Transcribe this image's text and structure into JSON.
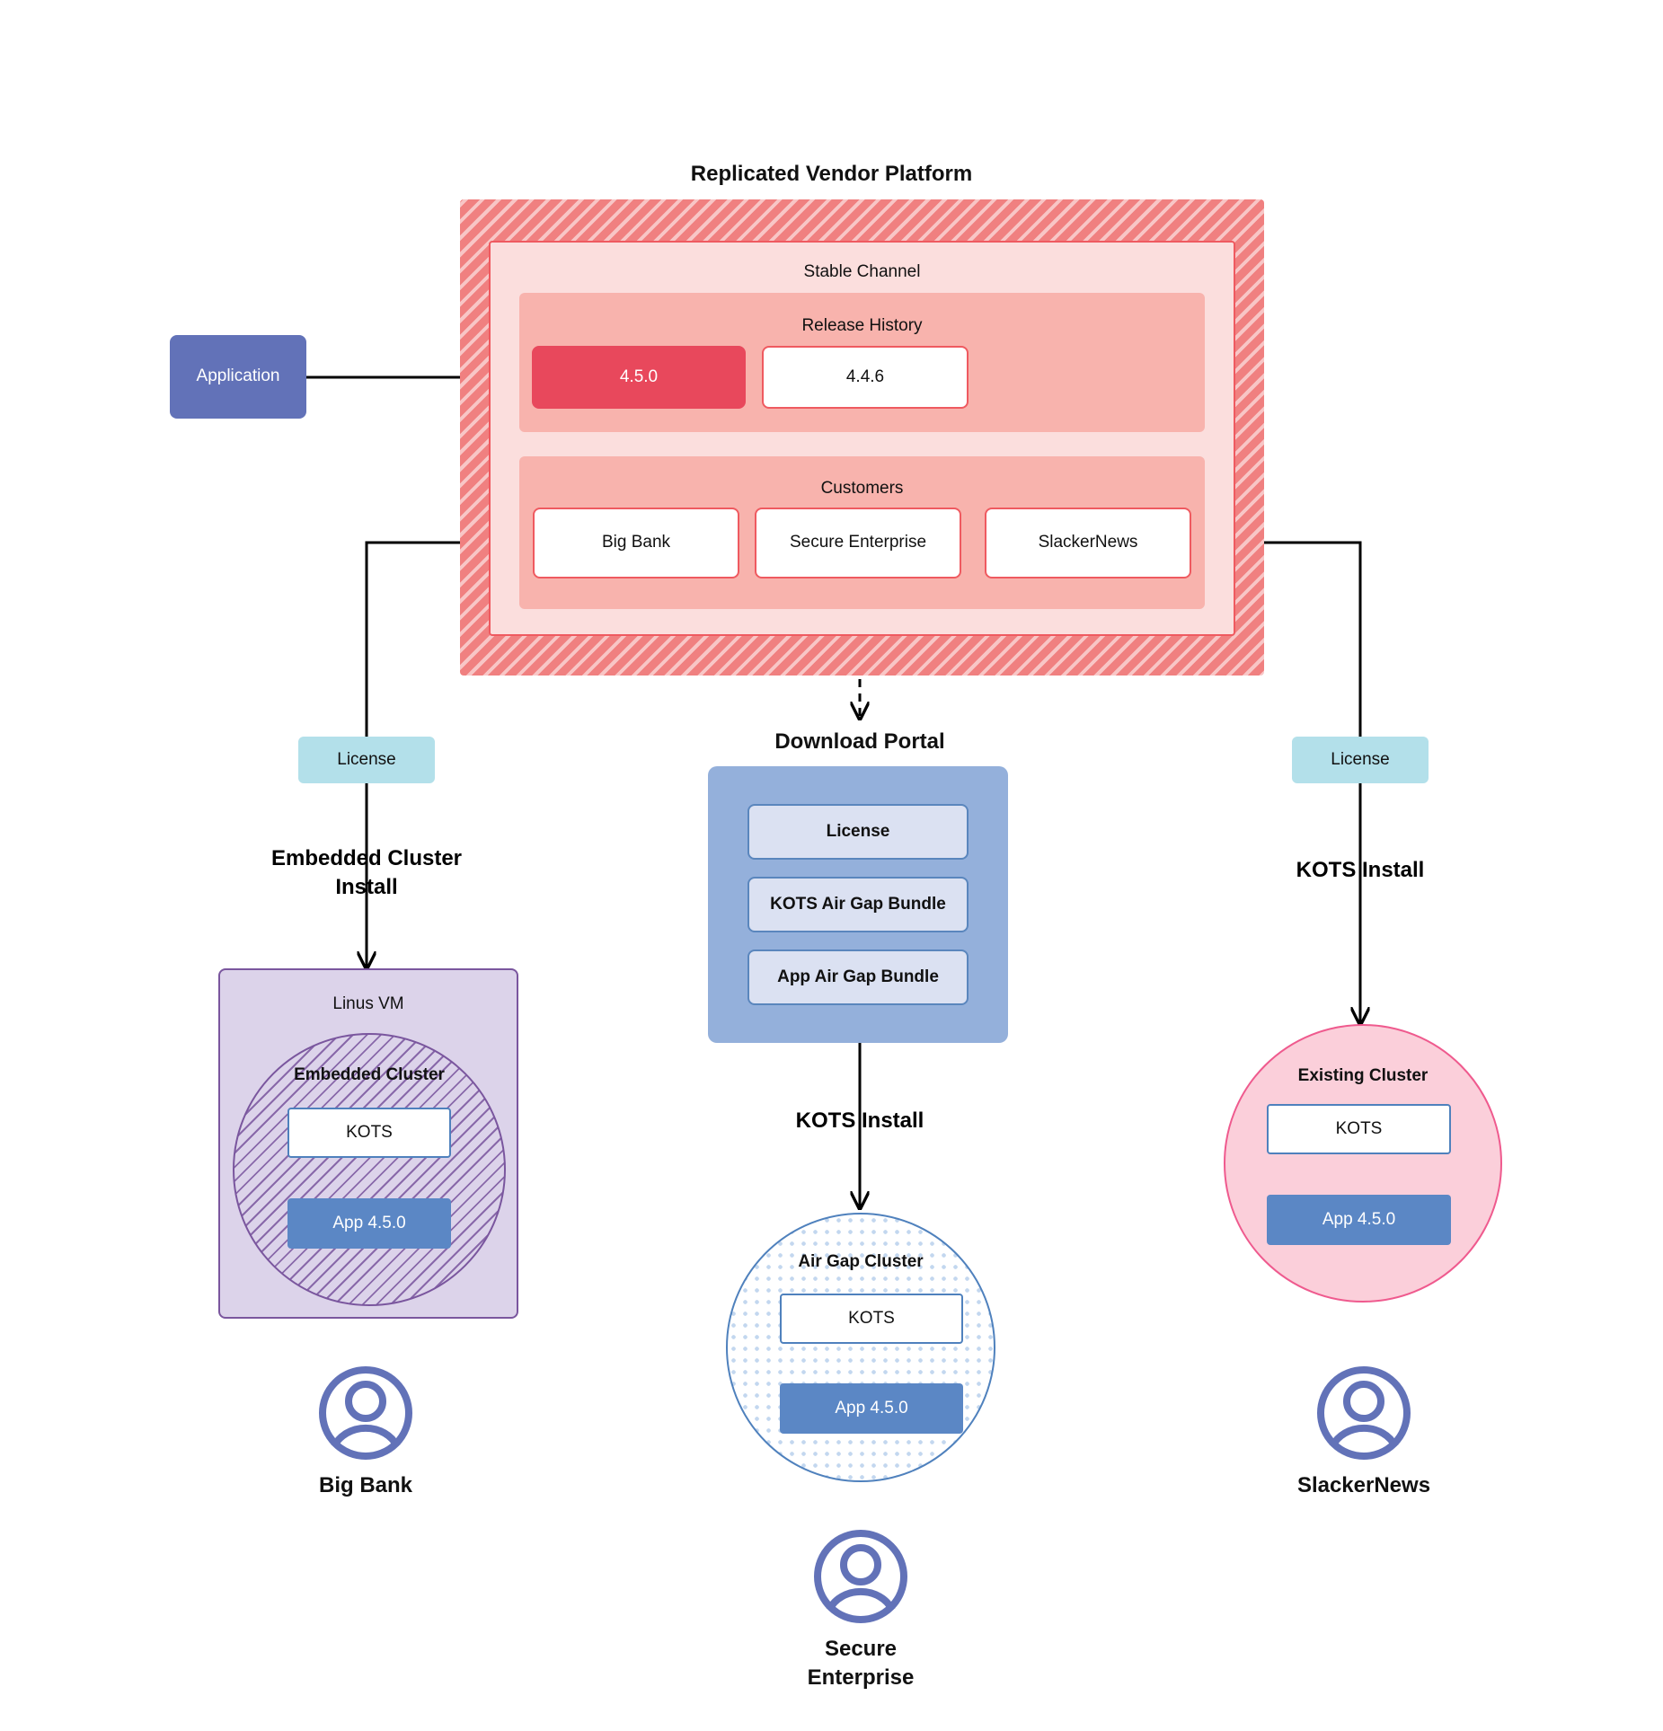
{
  "diagram": {
    "title": "Replicated Vendor Platform",
    "accent_colors": {
      "platform_hatch": "#f08080",
      "channel_bg": "#fbdedd",
      "panel_bg": "#f8b3ad",
      "release_current": "#e8485c",
      "application": "#6272b8",
      "license_chip": "#b3e0ea",
      "portal": "#94b0db",
      "portal_item": "#dbe1f2",
      "vm": "#dcd3ea",
      "embedded_cluster_stroke": "#7a569e",
      "airgap_stroke": "#4f81bd",
      "existing_cluster": "#fbcfda",
      "app_box": "#5b87c5",
      "avatar": "#6272b8"
    }
  },
  "application": {
    "label": "Application"
  },
  "platform": {
    "channel": {
      "title": "Stable Channel",
      "release_history": {
        "title": "Release History",
        "releases": [
          {
            "version": "4.5.0",
            "state": "current"
          },
          {
            "version": "4.4.6",
            "state": "previous"
          }
        ]
      },
      "customers": {
        "title": "Customers",
        "items": [
          {
            "name": "Big Bank"
          },
          {
            "name": "Secure\nEnterprise"
          },
          {
            "name": "SlackerNews"
          }
        ]
      }
    }
  },
  "left_flow": {
    "license_label": "License",
    "install_label": "Embedded Cluster\nInstall",
    "vm": {
      "title": "Linus VM",
      "cluster": {
        "title": "Embedded Cluster",
        "kots_label": "KOTS",
        "app_label": "App 4.5.0"
      }
    },
    "customer_label": "Big Bank"
  },
  "center_flow": {
    "portal_title": "Download  Portal",
    "portal_items": [
      "License",
      "KOTS Air Gap Bundle",
      "App Air Gap Bundle"
    ],
    "install_label": "KOTS Install",
    "cluster": {
      "title": "Air Gap Cluster",
      "kots_label": "KOTS",
      "app_label": "App 4.5.0"
    },
    "customer_label": "Secure\nEnterprise"
  },
  "right_flow": {
    "license_label": "License",
    "install_label": "KOTS Install",
    "cluster": {
      "title": "Existing Cluster",
      "kots_label": "KOTS",
      "app_label": "App 4.5.0"
    },
    "customer_label": "SlackerNews"
  }
}
